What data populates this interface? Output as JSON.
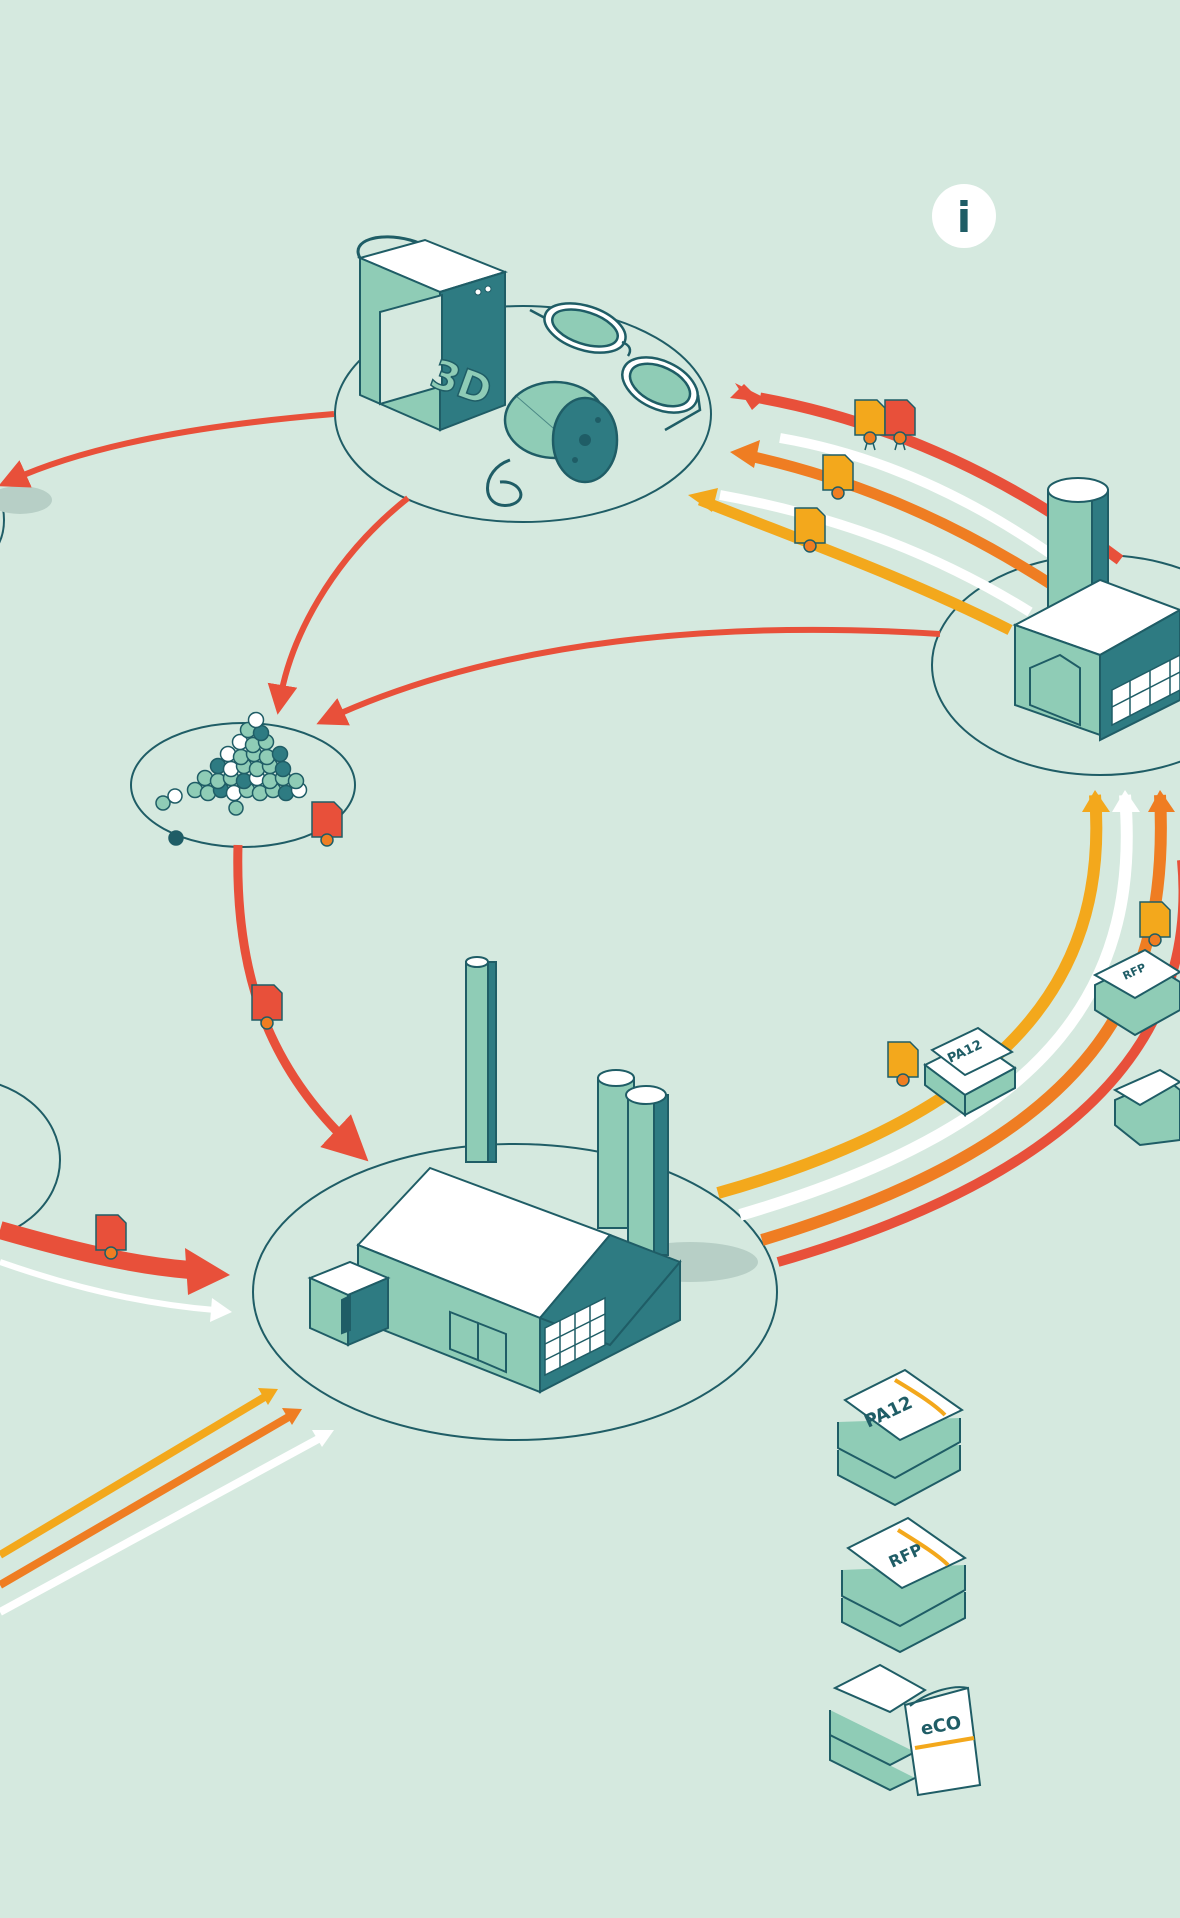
{
  "info_button": {
    "label": "i",
    "icon": "info-icon"
  },
  "bags": {
    "pa12": "PA12",
    "rfp": "RFP",
    "eco": "eCO"
  },
  "printer": {
    "label": "3D"
  },
  "colors": {
    "background": "#d5e9df",
    "teal": "#8fccb6",
    "teal_dark": "#2e7b82",
    "outline": "#1f5d66",
    "red": "#e8503a",
    "orange": "#ef7d22",
    "yellow": "#f3a81c",
    "white": "#ffffff"
  }
}
